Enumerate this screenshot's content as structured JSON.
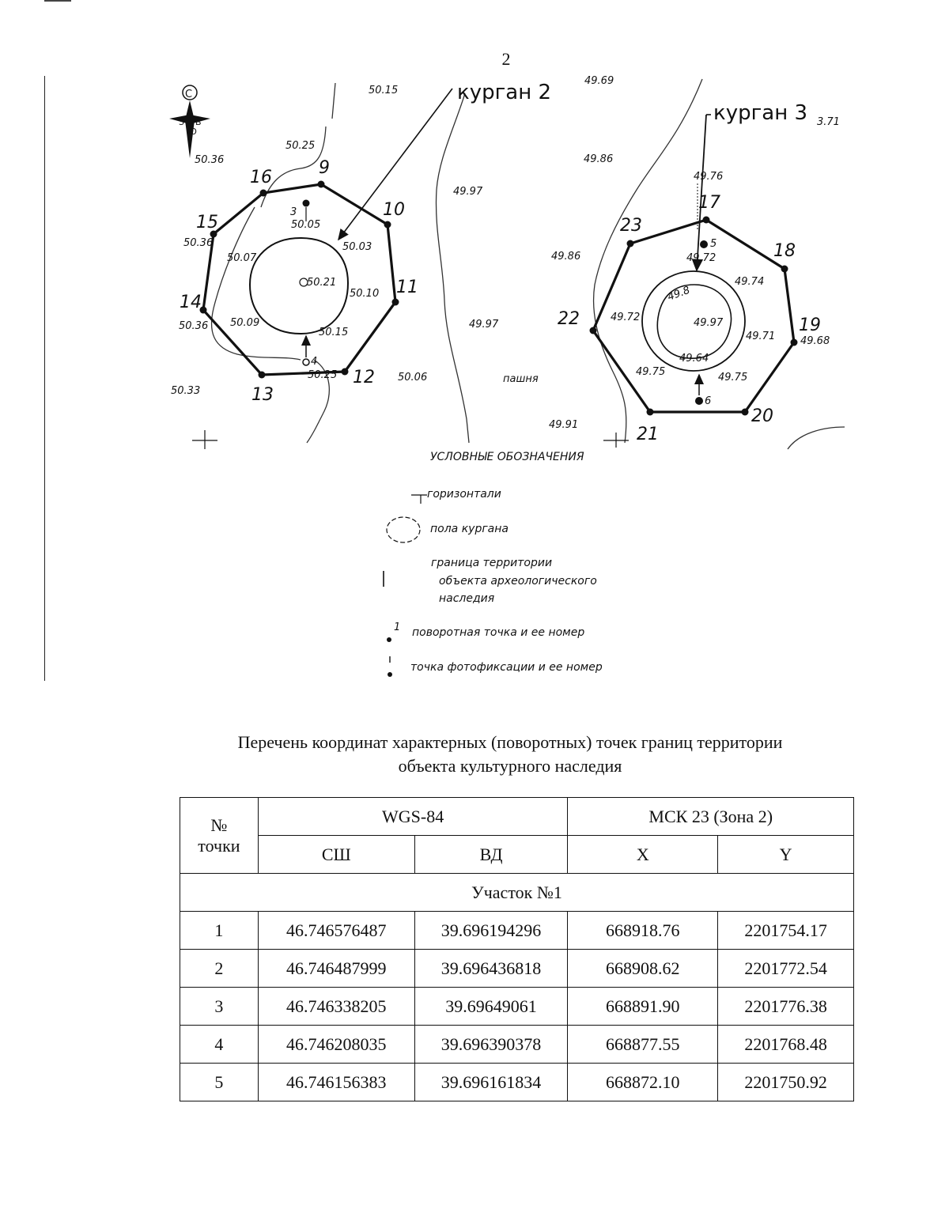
{
  "page": {
    "number": "2"
  },
  "map": {
    "north_label": "С",
    "compass_letters": [
      "З",
      "В",
      "Ю"
    ],
    "kurgan_labels": [
      "курган 2",
      "курган 3"
    ],
    "kurgan3_suffix": "3.71",
    "boundary_points_kurgan2": [
      "9",
      "10",
      "11",
      "12",
      "13",
      "14",
      "15",
      "16"
    ],
    "boundary_points_kurgan3": [
      "17",
      "18",
      "19",
      "20",
      "21",
      "22",
      "23"
    ],
    "photo_points": [
      "3",
      "4",
      "5",
      "6"
    ],
    "field_label": "пашня",
    "elevations_kurgan2": [
      "50.15",
      "50.25",
      "50.36",
      "50.05",
      "50.03",
      "50.07",
      "50.21",
      "50.10",
      "50.36",
      "50.09",
      "50.15",
      "50.25",
      "50.36",
      "50.33",
      "50.06"
    ],
    "elevations_kurgan3": [
      "49.69",
      "49.86",
      "49.76",
      "49.97",
      "49.97",
      "49.86",
      "49.72",
      "49.74",
      "49.72",
      "49.97",
      "49.71",
      "49.68",
      "49.75",
      "49.75",
      "49.91"
    ],
    "contour_labels": [
      "49.8",
      "49.64"
    ]
  },
  "legend": {
    "title": "УСЛОВНЫЕ ОБОЗНАЧЕНИЯ",
    "items": [
      {
        "symbol": "contour-line",
        "label": "горизонтали"
      },
      {
        "symbol": "kurgan-floor",
        "label": "пола кургана"
      },
      {
        "symbol": "boundary",
        "label_lines": [
          "граница территории",
          "объекта археологического",
          "наследия"
        ]
      },
      {
        "symbol": "turning-point",
        "marker_label": "1",
        "label": "поворотная точка и ее номер"
      },
      {
        "symbol": "photo-point",
        "label": "точка фотофиксации и ее номер"
      }
    ]
  },
  "list_title": {
    "line1": "Перечень координат характерных (поворотных) точек границ территории",
    "line2": "объекта культурного наследия"
  },
  "table": {
    "head_point_line1": "№",
    "head_point_line2": "точки",
    "group_wgs": "WGS-84",
    "group_msk": "МСК 23 (Зона 2)",
    "col_lat": "СШ",
    "col_lon": "ВД",
    "col_x": "X",
    "col_y": "Y",
    "section": "Участок №1",
    "rows": [
      {
        "n": "1",
        "lat": "46.746576487",
        "lon": "39.696194296",
        "x": "668918.76",
        "y": "2201754.17"
      },
      {
        "n": "2",
        "lat": "46.746487999",
        "lon": "39.696436818",
        "x": "668908.62",
        "y": "2201772.54"
      },
      {
        "n": "3",
        "lat": "46.746338205",
        "lon": "39.69649061",
        "x": "668891.90",
        "y": "2201776.38"
      },
      {
        "n": "4",
        "lat": "46.746208035",
        "lon": "39.696390378",
        "x": "668877.55",
        "y": "2201768.48"
      },
      {
        "n": "5",
        "lat": "46.746156383",
        "lon": "39.696161834",
        "x": "668872.10",
        "y": "2201750.92"
      }
    ]
  }
}
